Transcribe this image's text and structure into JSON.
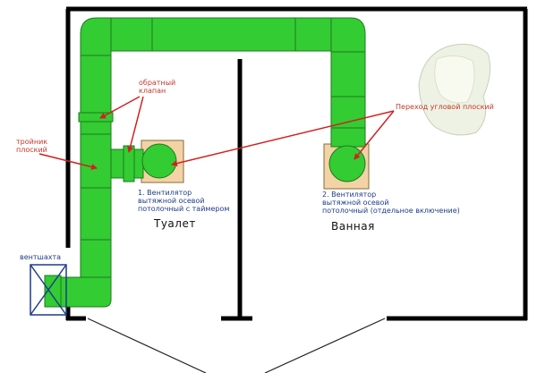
{
  "colors": {
    "duct": "#33cc33",
    "duct_edge": "#1e7a1e",
    "wall": "#000000",
    "arrow": "#d32020",
    "label_red": "#c0392b",
    "label_blue": "#1f3c88",
    "fan_box": "#f3d3a6"
  },
  "labels": {
    "check_valve": [
      "обратный",
      "клапан"
    ],
    "tee": [
      "тройник",
      "плоский"
    ],
    "elbow_transition": "Переход угловой плоский",
    "fan1": [
      "1. Вентилятор",
      "вытяжной осевой",
      "потолочный с таймером"
    ],
    "fan2": [
      "2. Вентилятор",
      "вытяжной осевой",
      "потолочный (отдельное включение)"
    ],
    "room1": "Туалет",
    "room2": "Ванная",
    "shaft": "вентшахта"
  }
}
